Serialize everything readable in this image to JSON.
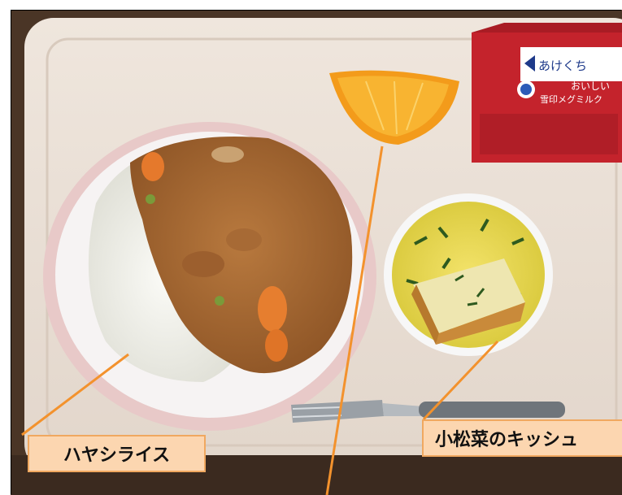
{
  "labels": {
    "hayashi_rice": "ハヤシライス",
    "komatsuna_quiche": "小松菜のキッシュ"
  },
  "milk_carton": {
    "open_here": "あけくち",
    "brand_line_1": "おいしい",
    "brand_line_2": "雪印メグミルク"
  },
  "colors": {
    "label_fill": "#fcd6b0",
    "label_border": "#f0a860",
    "pointer_line": "#f3922d",
    "tray": "#eadfd6"
  }
}
